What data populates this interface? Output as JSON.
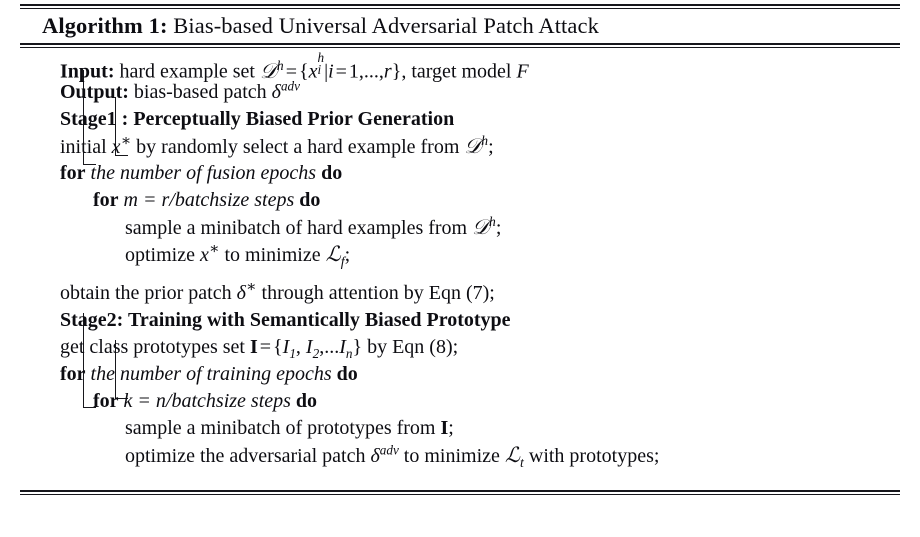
{
  "document": {
    "kind": "algorithm-float",
    "caption": {
      "label": "Algorithm 1:",
      "title": "Bias-based Universal Adversarial Patch Attack"
    },
    "rules": {
      "top": "double",
      "mid": "double",
      "bottom": "double",
      "color": "#17171c"
    },
    "lines": [
      {
        "id": "input",
        "indent": 0,
        "plain": "Input: hard example set X^h = {x_i^h | i = 1, ..., r}, target model F",
        "keyword": "Input:",
        "rest": "hard example set",
        "math_1": "𝒟^h",
        "math_2": "= {x_i^h|i = 1, ..., r},",
        "tail": "target model",
        "math_3": "F"
      },
      {
        "id": "output",
        "indent": 0,
        "plain": "Output: bias-based patch δ^adv",
        "keyword": "Output:",
        "rest": "bias-based patch",
        "math_1": "δ^{adv}"
      },
      {
        "id": "stage1-heading",
        "indent": 0,
        "plain": "Stage1 : Perceptually Biased Prior Generation",
        "bold": true
      },
      {
        "id": "initial-x",
        "indent": 0,
        "plain": "initial x* by randomly select a hard example from X^h;"
      },
      {
        "id": "for-fusion-epochs",
        "indent": 0,
        "plain": "for the number of fusion epochs do",
        "kw_start": "for",
        "kw_italic": "the number of fusion epochs",
        "kw_end": "do"
      },
      {
        "id": "for-m-batchsize",
        "indent": 1,
        "plain": "for m = r/batchsize steps do",
        "kw_start": "for",
        "kw_italic": "m = r/batchsize steps",
        "kw_end": "do"
      },
      {
        "id": "sample-hard-examples",
        "indent": 2,
        "plain": "sample a minibatch of hard examples from X^h;"
      },
      {
        "id": "optimize-x-star",
        "indent": 2,
        "plain": "optimize x* to minimize L_f;"
      },
      {
        "id": "obtain-prior-patch",
        "indent": 0,
        "plain": "obtain the prior patch δ* through attention by Eqn (7);"
      },
      {
        "id": "stage2-heading",
        "indent": 0,
        "plain": "Stage2: Training with Semantically Biased Prototype",
        "bold": true
      },
      {
        "id": "get-class-prototypes",
        "indent": 0,
        "plain": "get class prototypes set I = {I_1, I_2, ...I_n} by Eqn (8);"
      },
      {
        "id": "for-training-epochs",
        "indent": 0,
        "plain": "for the number of training epochs do",
        "kw_start": "for",
        "kw_italic": "the number of training epochs",
        "kw_end": "do"
      },
      {
        "id": "for-k-batchsize",
        "indent": 1,
        "plain": "for k = n/batchsize steps do",
        "kw_start": "for",
        "kw_italic": "k = n/batchsize steps",
        "kw_end": "do"
      },
      {
        "id": "sample-prototypes",
        "indent": 2,
        "plain": "sample a minibatch of prototypes from I;"
      },
      {
        "id": "optimize-adv-patch",
        "indent": 2,
        "plain": "optimize the adversarial patch δ^adv to minimize L_t with prototypes;"
      }
    ],
    "tokens": {
      "kw_input": "Input:",
      "kw_output": "Output:",
      "kw_for": "for",
      "kw_do": "do",
      "t_hard_example_set": "hard example set",
      "t_target_model": "target model",
      "t_bias_based_patch": "bias-based patch",
      "t_stage1": "Stage1 : Perceptually Biased Prior Generation",
      "t_initial": "initial",
      "t_by_random": "by randomly select a hard example from",
      "t_fusion_epochs": "the number of fusion epochs",
      "t_m_eq": "m = r/batchsize steps",
      "t_sample_hard": "sample a minibatch of hard examples from",
      "t_optimize_x": "optimize",
      "t_to_minimize": "to minimize",
      "t_obtain_prior": "obtain the prior patch",
      "t_through_attention": "through attention by Eqn (7);",
      "t_stage2": "Stage2: Training with Semantically Biased Prototype",
      "t_get_class": "get class prototypes set",
      "t_by_eqn8": "by Eqn (8);",
      "t_training_epochs": "the number of training epochs",
      "t_k_eq": "k = n/batchsize steps",
      "t_sample_protos": "sample a minibatch of prototypes from",
      "t_optimize_adv": "optimize the adversarial patch",
      "t_with_prototypes": "with prototypes;",
      "sym_semicolon": ";",
      "sym_X": "𝒟",
      "sym_x": "x",
      "sym_i": "i",
      "sym_h": "h",
      "sym_r": "r",
      "sym_F": "F",
      "sym_delta": "δ",
      "sym_adv": "adv",
      "sym_star": "∗",
      "sym_L": "ℒ",
      "sym_f": "f",
      "sym_t": "t",
      "sym_I": "I",
      "sym_n": "n",
      "sym_eq": "=",
      "sym_lbrace": "{",
      "sym_rbrace": "}",
      "sym_mid": "|",
      "sym_one": "1",
      "sym_ellipsis": "...",
      "sym_comma": ",",
      "sym_I1": "I",
      "sym_1": "1",
      "sym_2": "2"
    }
  }
}
